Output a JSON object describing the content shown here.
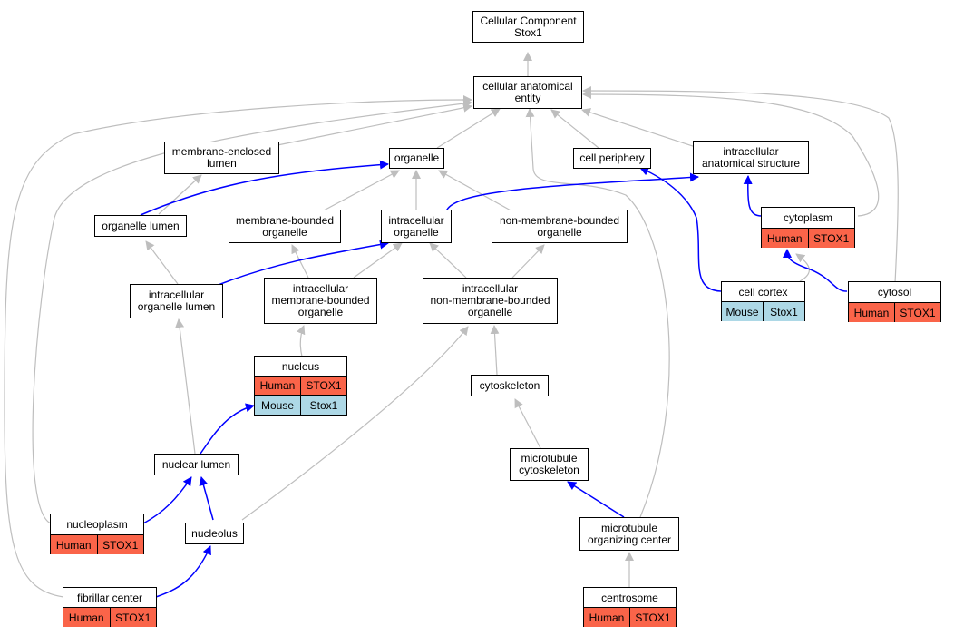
{
  "colors": {
    "human": "#fa6449",
    "mouse": "#add8e6",
    "is_a_edge": "#bebebe",
    "part_of_edge": "#0000ff"
  },
  "nodes": {
    "root": "Cellular Component\nStox1",
    "cae": "cellular anatomical\nentity",
    "membrane_enclosed_lumen": "membrane-enclosed\nlumen",
    "organelle": "organelle",
    "cell_periphery": "cell periphery",
    "intracellular_anatomical_structure": "intracellular\nanatomical structure",
    "organelle_lumen": "organelle lumen",
    "membrane_bounded_organelle": "membrane-bounded\norganelle",
    "intracellular_organelle": "intracellular\norganelle",
    "non_membrane_bounded_organelle": "non-membrane-bounded\norganelle",
    "intracellular_organelle_lumen": "intracellular\norganelle lumen",
    "intracellular_membrane_bounded_organelle": "intracellular\nmembrane-bounded\norganelle",
    "intracellular_non_membrane_bounded_organelle": "intracellular\nnon-membrane-bounded\norganelle",
    "cytoskeleton": "cytoskeleton",
    "nuclear_lumen": "nuclear lumen",
    "microtubule_cytoskeleton": "microtubule\ncytoskeleton",
    "nucleolus": "nucleolus",
    "mtoc": "microtubule\norganizing center"
  },
  "tables": {
    "cytoplasm": {
      "title": "cytoplasm",
      "rows": [
        {
          "species": "Human",
          "gene": "STOX1"
        }
      ]
    },
    "cell_cortex": {
      "title": "cell cortex",
      "rows": [
        {
          "species": "Mouse",
          "gene": "Stox1"
        }
      ]
    },
    "cytosol": {
      "title": "cytosol",
      "rows": [
        {
          "species": "Human",
          "gene": "STOX1"
        }
      ]
    },
    "nucleus": {
      "title": "nucleus",
      "rows": [
        {
          "species": "Human",
          "gene": "STOX1"
        },
        {
          "species": "Mouse",
          "gene": "Stox1"
        }
      ]
    },
    "nucleoplasm": {
      "title": "nucleoplasm",
      "rows": [
        {
          "species": "Human",
          "gene": "STOX1"
        }
      ]
    },
    "fibrillar_center": {
      "title": "fibrillar center",
      "rows": [
        {
          "species": "Human",
          "gene": "STOX1"
        }
      ]
    },
    "centrosome": {
      "title": "centrosome",
      "rows": [
        {
          "species": "Human",
          "gene": "STOX1"
        }
      ]
    }
  }
}
